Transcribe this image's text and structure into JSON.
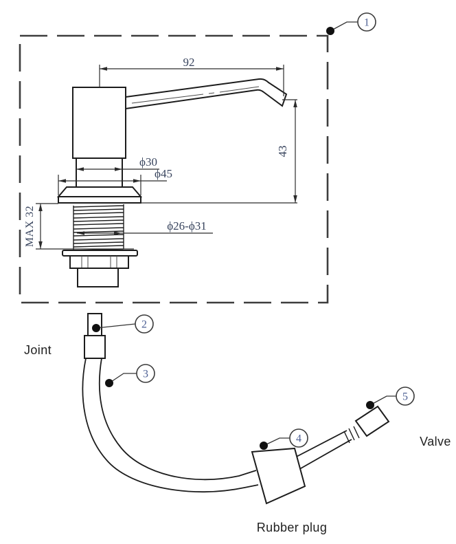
{
  "drawing": {
    "dimensions": {
      "spout_reach": "92",
      "spout_height": "43",
      "body_diameter": "ϕ30",
      "flange_diameter": "ϕ45",
      "mount_hole_range": "ϕ26-ϕ31",
      "max_counter_thickness": "MAX 32"
    },
    "callouts": {
      "pump": "1",
      "joint": "2",
      "hose": "3",
      "rubber_plug": "4",
      "valve": "5"
    },
    "labels": {
      "joint": "Joint",
      "rubber_plug": "Rubber plug",
      "valve": "Valve"
    },
    "colors": {
      "outline": "#1c1c1c",
      "dimension_line": "#2b2b2b",
      "dashed_border": "#3d3d3d",
      "dimension_text": "#39455e",
      "callout_text": "#4d6094",
      "label_text": "#1f1f1f",
      "background": "#ffffff"
    }
  }
}
